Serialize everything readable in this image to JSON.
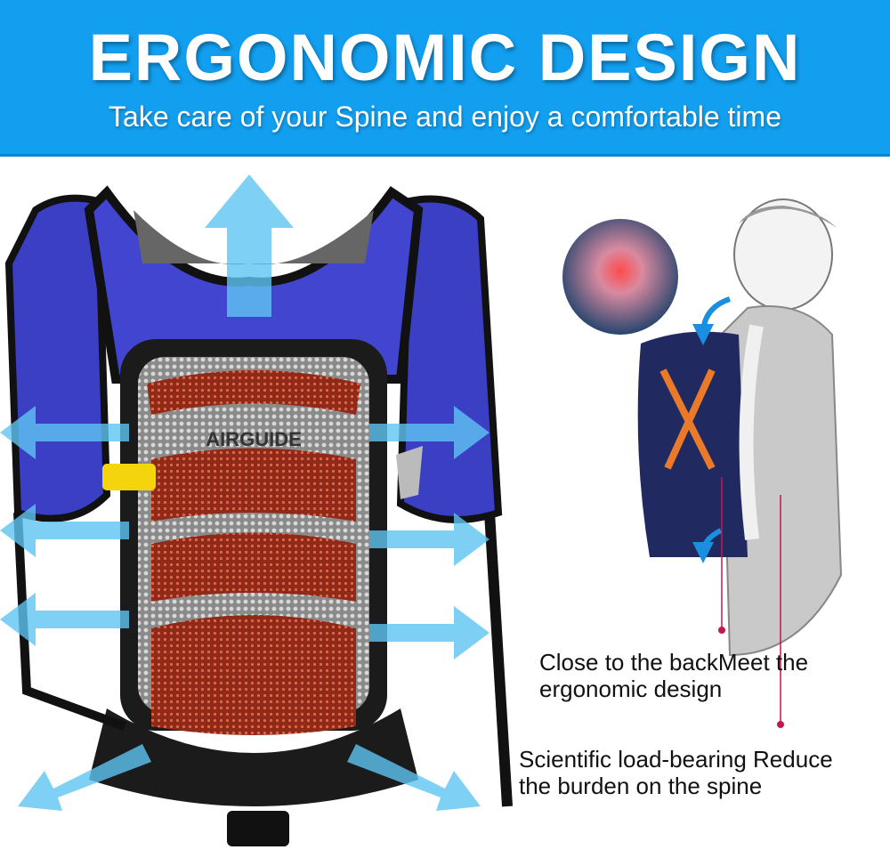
{
  "header": {
    "title": "ERGONOMIC DESIGN",
    "subtitle": "Take care of your Spine and enjoy a comfortable time"
  },
  "product": {
    "logo_text": "AIRGUIDE"
  },
  "callouts": [
    {
      "line1": "Close to the backMeet the",
      "line2": "ergonomic design"
    },
    {
      "line1": "Scientific load-bearing Reduce",
      "line2": "the burden on the spine"
    }
  ],
  "colors": {
    "banner": "#129ff0",
    "bag_blue": "#3b3fc4",
    "mesh_red": "#b23a22",
    "arrow": "#5fc4f2",
    "callout_line": "#c2184a"
  }
}
